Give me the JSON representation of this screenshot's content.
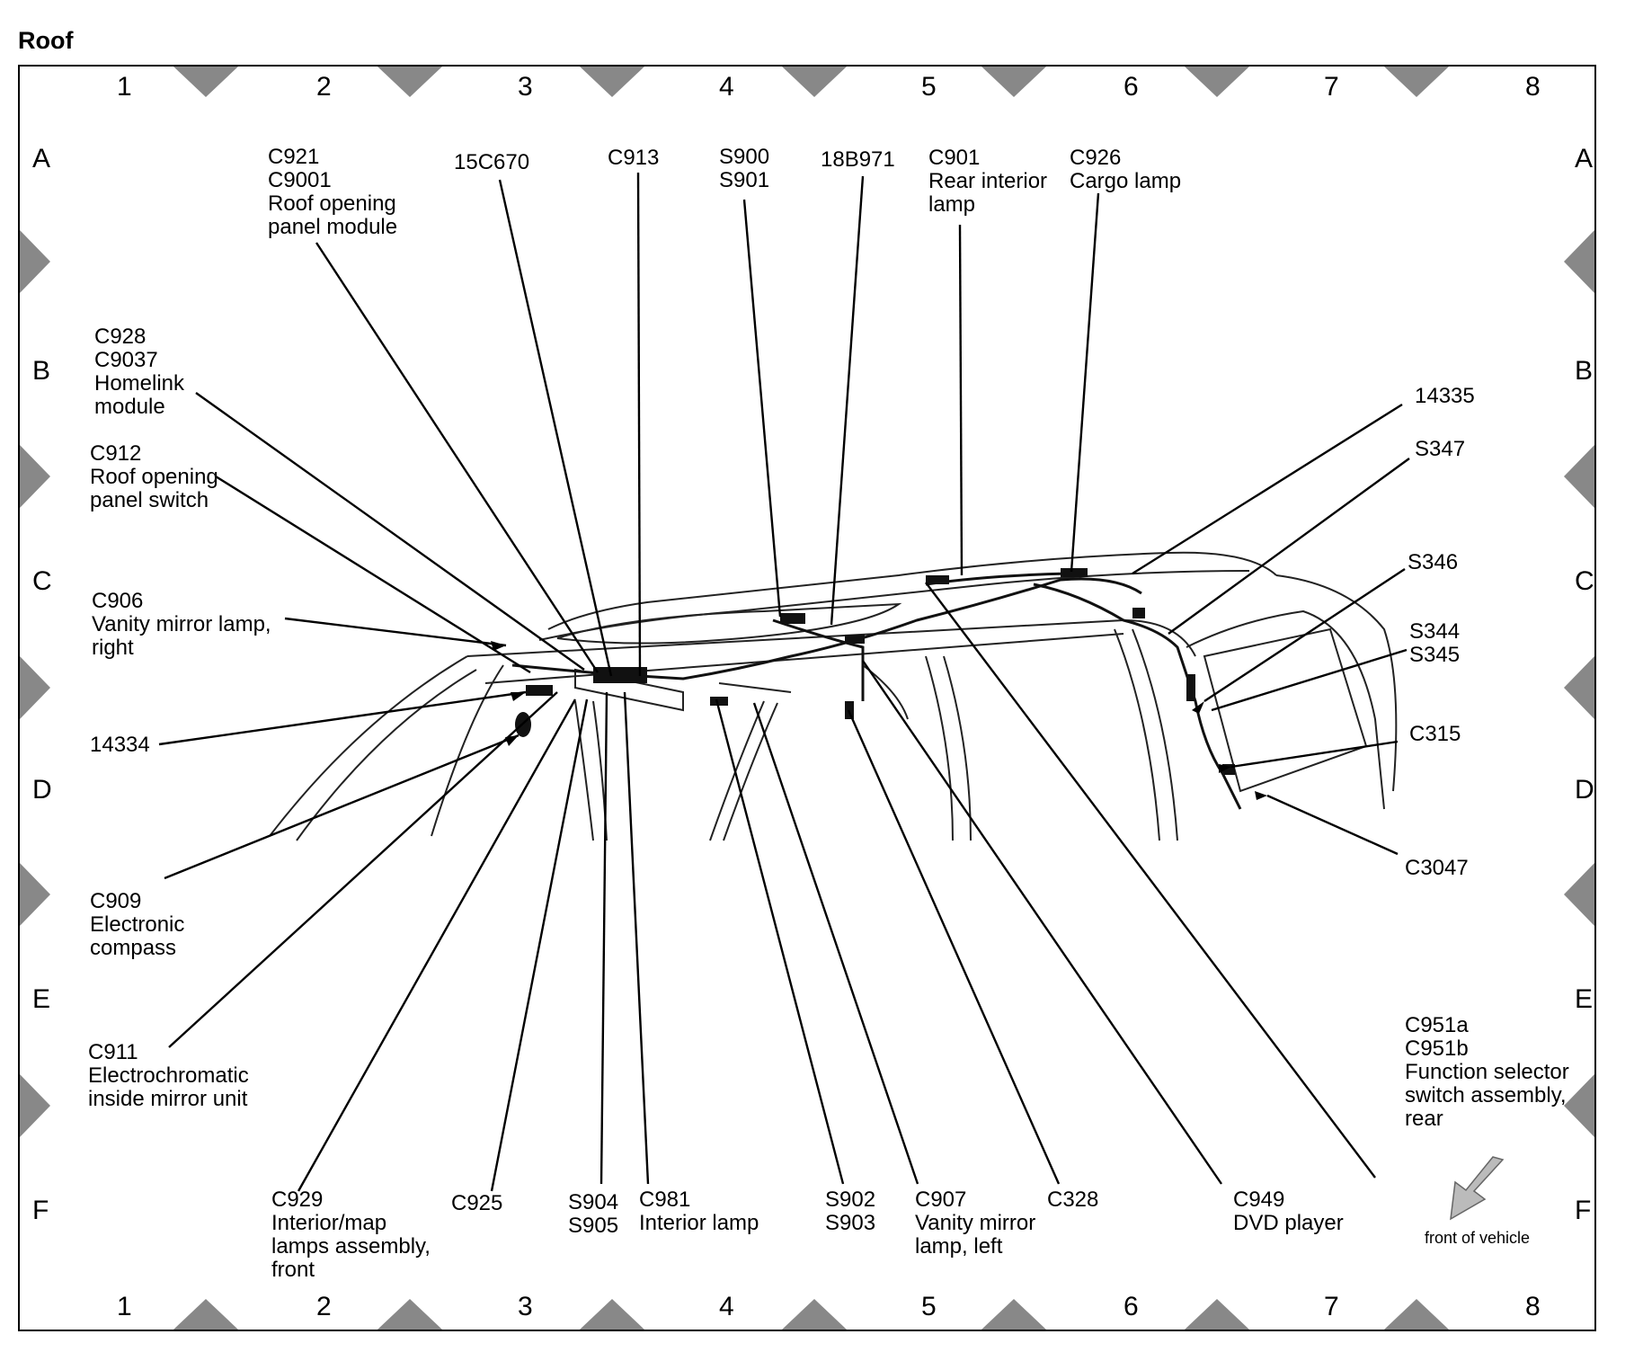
{
  "title": "Roof",
  "grid": {
    "columns": [
      "1",
      "2",
      "3",
      "4",
      "5",
      "6",
      "7",
      "8"
    ],
    "rows": [
      "A",
      "B",
      "C",
      "D",
      "E",
      "F"
    ]
  },
  "labels": {
    "c921": "C921\nC9001\nRoof opening\npanel module",
    "c15c670": "15C670",
    "c913": "C913",
    "s900": "S900\nS901",
    "c18b971": "18B971",
    "c901": "C901\nRear interior\nlamp",
    "c926": "C926\nCargo lamp",
    "c928": "C928\nC9037\nHomelink\nmodule",
    "c912": "C912\nRoof opening\npanel switch",
    "c906": "C906\nVanity mirror lamp,\nright",
    "c14334": "14334",
    "c909": "C909\nElectronic\ncompass",
    "c911": "C911\nElectrochromatic\ninside mirror unit",
    "c929": "C929\nInterior/map\nlamps assembly,\nfront",
    "c925": "C925",
    "s904": "S904\nS905",
    "c981": "C981\nInterior lamp",
    "s902": "S902\nS903",
    "c907": "C907\nVanity mirror\nlamp, left",
    "c328": "C328",
    "c949": "C949\nDVD player",
    "c951": "C951a\nC951b\nFunction selector\nswitch assembly,\nrear",
    "c14335": "14335",
    "s347": "S347",
    "s346": "S346",
    "s344": "S344\nS345",
    "c315": "C315",
    "c3047": "C3047"
  },
  "front_of_vehicle": "front of vehicle"
}
